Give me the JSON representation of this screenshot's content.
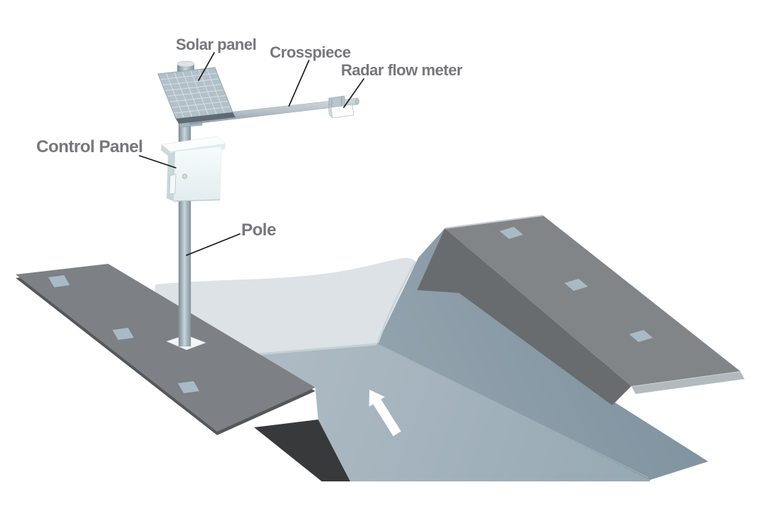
{
  "diagram": {
    "labels": {
      "solar_panel": "Solar panel",
      "crosspiece": "Crosspiece",
      "radar_flow_meter": "Radar flow meter",
      "control_panel": "Control Panel",
      "pole": "Pole"
    },
    "colors": {
      "label_text": "#76777a",
      "leader_line": "#141414",
      "road_surface_left": "#7d8084",
      "road_surface_right": "#828588",
      "road_side_face": "#696c6f",
      "road_edge": "#55585b",
      "road_marking": "#a9bac7",
      "terrain": "#dce2e6",
      "water": "#a4b3bd",
      "bank_slope": "#8b9ca9",
      "shadow": "#37393b",
      "flow_arrow": "#ffffff",
      "equipment_metal": "#aab8c1",
      "equipment_white": "#f2f9f9"
    }
  }
}
